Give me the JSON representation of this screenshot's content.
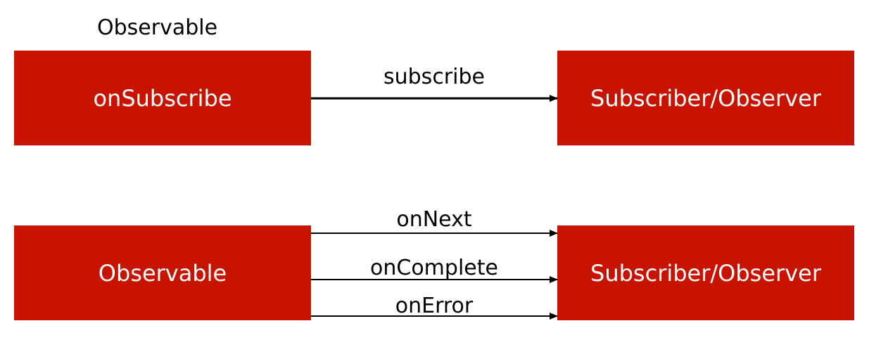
{
  "colors": {
    "box_fill": "#c81300",
    "box_text": "#ffffff",
    "arrow": "#000000",
    "label_text": "#000000"
  },
  "top_section": {
    "caption": "Observable",
    "source_box": "onSubscribe",
    "arrow_label": "subscribe",
    "target_box": "Subscriber/Observer"
  },
  "bottom_section": {
    "source_box": "Observable",
    "target_box": "Subscriber/Observer",
    "arrows": [
      {
        "label": "onNext"
      },
      {
        "label": "onComplete"
      },
      {
        "label": "onError"
      }
    ]
  }
}
